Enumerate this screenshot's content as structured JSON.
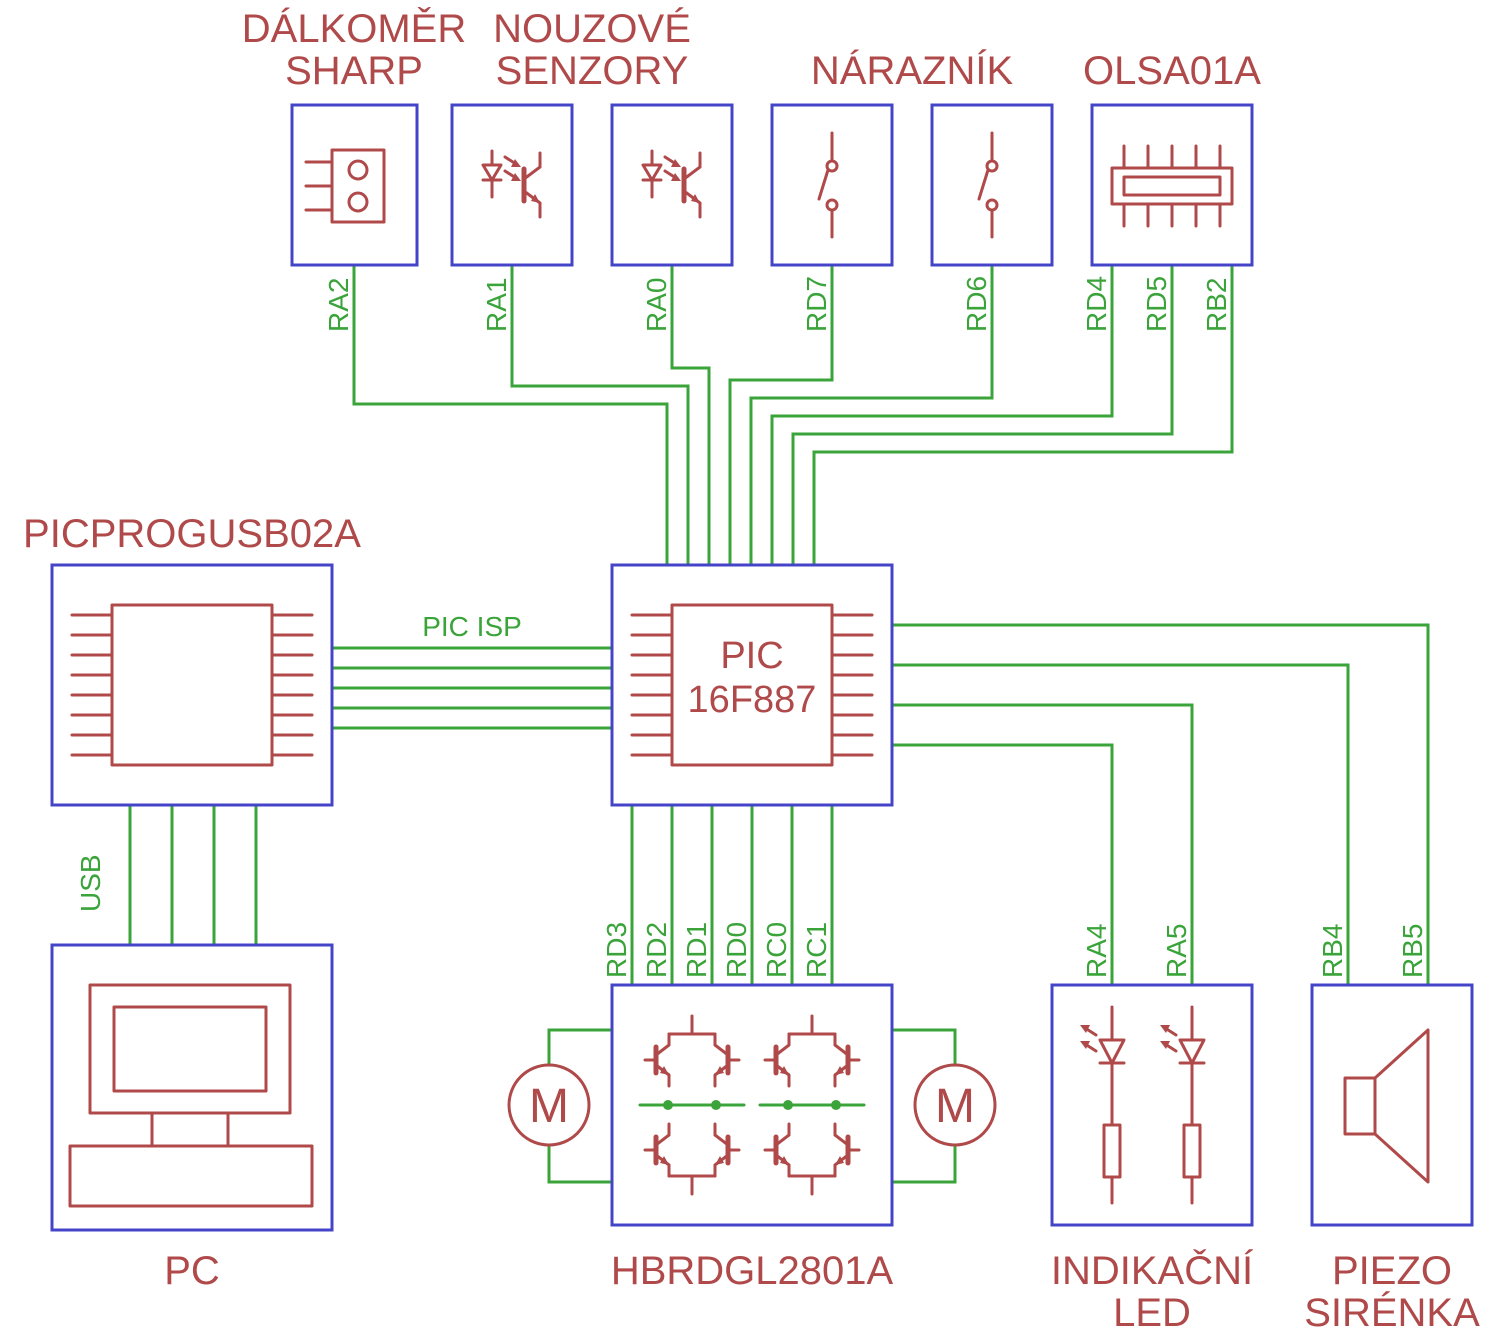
{
  "colors": {
    "frame": "#4444c8",
    "symbol": "#b04a4a",
    "net": "#3aa43a",
    "background": "#ffffff"
  },
  "diagram": {
    "top_blocks": {
      "rangefinder": {
        "title": [
          "DÁLKOMĚR",
          "SHARP"
        ],
        "pins": [
          "RA2"
        ]
      },
      "emergency_sensors": {
        "title": [
          "NOUZOVÉ",
          "SENZORY"
        ],
        "pins": [
          "RA1",
          "RA0"
        ]
      },
      "bumper": {
        "title": "NÁRAZNÍK",
        "pins": [
          "RD7",
          "RD6"
        ]
      },
      "olsa01a": {
        "title": "OLSA01A",
        "pins": [
          "RD4",
          "RD5",
          "RB2"
        ]
      }
    },
    "programmer": {
      "title": "PICPROGUSB02A"
    },
    "mcu": {
      "name": [
        "PIC",
        "16F887"
      ]
    },
    "pc": {
      "title": "PC"
    },
    "hbridge": {
      "title": "HBRDGL2801A",
      "pins": [
        "RD3",
        "RD2",
        "RD1",
        "RD0",
        "RC0",
        "RC1"
      ],
      "motor_label": "M"
    },
    "indicator_led": {
      "title": [
        "INDIKAČNÍ",
        "LED"
      ],
      "pins": [
        "RA4",
        "RA5"
      ]
    },
    "piezo": {
      "title": [
        "PIEZO",
        "SIRÉNKA"
      ],
      "pins": [
        "RB4",
        "RB5"
      ]
    },
    "net_labels": {
      "usb": "USB",
      "isp": "PIC ISP"
    }
  }
}
